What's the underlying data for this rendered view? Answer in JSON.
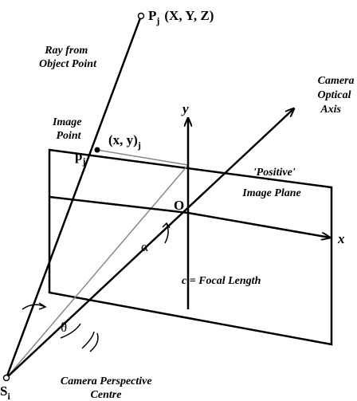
{
  "object_point": {
    "name": "P",
    "sub": "j",
    "coords": "(X, Y, Z)"
  },
  "ray_label": [
    "Ray from",
    "Object Point"
  ],
  "optical_axis_label": [
    "Camera",
    "Optical",
    "Axis"
  ],
  "image_point_label": [
    "Image",
    "Point"
  ],
  "image_coords": {
    "text": "(x, y)",
    "sub": "j"
  },
  "image_point": {
    "name": "p",
    "sub": "j"
  },
  "plane_label": [
    "'Positive'",
    "Image Plane"
  ],
  "y_axis": "y",
  "x_axis": "x",
  "origin": "O",
  "alpha": "α",
  "theta": "θ",
  "focal_label": "c = Focal Length",
  "perspective_centre": {
    "name": "S",
    "sub": "i"
  },
  "perspective_label": [
    "Camera Perspective",
    "Centre"
  ]
}
